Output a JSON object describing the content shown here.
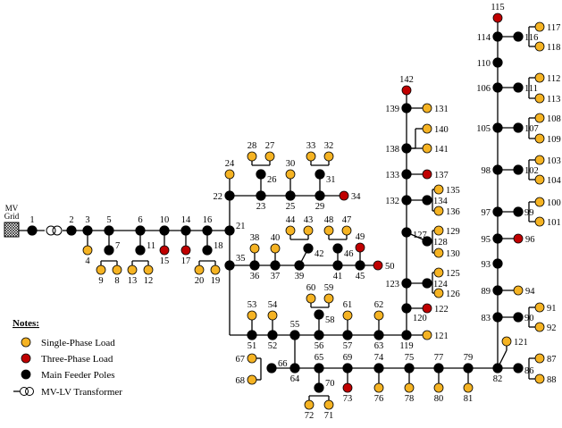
{
  "colors": {
    "single_phase": "#F5B323",
    "three_phase": "#C00000",
    "pole": "#000000",
    "wire": "#000000"
  },
  "grid": {
    "label_line1": "MV",
    "label_line2": "Grid"
  },
  "legend": {
    "title": "Notes:",
    "items": [
      {
        "type": "single",
        "label": "Single-Phase Load"
      },
      {
        "type": "three",
        "label": "Three-Phase Load"
      },
      {
        "type": "pole",
        "label": "Main Feeder Poles"
      },
      {
        "type": "transformer",
        "label": "MV-LV Transformer"
      }
    ]
  },
  "nodes": [
    {
      "id": "1",
      "type": "pole"
    },
    {
      "id": "2",
      "type": "pole"
    },
    {
      "id": "3",
      "type": "pole"
    },
    {
      "id": "4",
      "type": "single"
    },
    {
      "id": "5",
      "type": "pole"
    },
    {
      "id": "6",
      "type": "pole"
    },
    {
      "id": "7",
      "type": "pole"
    },
    {
      "id": "8",
      "type": "single"
    },
    {
      "id": "9",
      "type": "single"
    },
    {
      "id": "10",
      "type": "pole"
    },
    {
      "id": "11",
      "type": "pole"
    },
    {
      "id": "12",
      "type": "single"
    },
    {
      "id": "13",
      "type": "single"
    },
    {
      "id": "14",
      "type": "pole"
    },
    {
      "id": "15",
      "type": "three"
    },
    {
      "id": "16",
      "type": "pole"
    },
    {
      "id": "17",
      "type": "three"
    },
    {
      "id": "18",
      "type": "pole"
    },
    {
      "id": "19",
      "type": "single"
    },
    {
      "id": "20",
      "type": "single"
    },
    {
      "id": "21",
      "type": "pole"
    },
    {
      "id": "22",
      "type": "pole"
    },
    {
      "id": "23",
      "type": "pole"
    },
    {
      "id": "24",
      "type": "single"
    },
    {
      "id": "25",
      "type": "pole"
    },
    {
      "id": "26",
      "type": "pole"
    },
    {
      "id": "27",
      "type": "single"
    },
    {
      "id": "28",
      "type": "single"
    },
    {
      "id": "29",
      "type": "pole"
    },
    {
      "id": "30",
      "type": "single"
    },
    {
      "id": "31",
      "type": "pole"
    },
    {
      "id": "32",
      "type": "single"
    },
    {
      "id": "33",
      "type": "single"
    },
    {
      "id": "34",
      "type": "three"
    },
    {
      "id": "35",
      "type": "pole"
    },
    {
      "id": "36",
      "type": "pole"
    },
    {
      "id": "37",
      "type": "pole"
    },
    {
      "id": "38",
      "type": "single"
    },
    {
      "id": "39",
      "type": "pole"
    },
    {
      "id": "40",
      "type": "single"
    },
    {
      "id": "41",
      "type": "pole"
    },
    {
      "id": "42",
      "type": "pole"
    },
    {
      "id": "43",
      "type": "single"
    },
    {
      "id": "44",
      "type": "single"
    },
    {
      "id": "45",
      "type": "pole"
    },
    {
      "id": "46",
      "type": "pole"
    },
    {
      "id": "47",
      "type": "single"
    },
    {
      "id": "48",
      "type": "single"
    },
    {
      "id": "49",
      "type": "three"
    },
    {
      "id": "50",
      "type": "three"
    },
    {
      "id": "51",
      "type": "pole"
    },
    {
      "id": "52",
      "type": "pole"
    },
    {
      "id": "53",
      "type": "single"
    },
    {
      "id": "54",
      "type": "single"
    },
    {
      "id": "55",
      "type": "pole"
    },
    {
      "id": "56",
      "type": "pole"
    },
    {
      "id": "57",
      "type": "pole"
    },
    {
      "id": "58",
      "type": "pole"
    },
    {
      "id": "59",
      "type": "single"
    },
    {
      "id": "60",
      "type": "single"
    },
    {
      "id": "61",
      "type": "single"
    },
    {
      "id": "62",
      "type": "single"
    },
    {
      "id": "63",
      "type": "pole"
    },
    {
      "id": "64",
      "type": "pole"
    },
    {
      "id": "65",
      "type": "pole"
    },
    {
      "id": "66",
      "type": "pole"
    },
    {
      "id": "67",
      "type": "single"
    },
    {
      "id": "68",
      "type": "single"
    },
    {
      "id": "69",
      "type": "pole"
    },
    {
      "id": "70",
      "type": "pole"
    },
    {
      "id": "71",
      "type": "single"
    },
    {
      "id": "72",
      "type": "single"
    },
    {
      "id": "73",
      "type": "three"
    },
    {
      "id": "74",
      "type": "pole"
    },
    {
      "id": "75",
      "type": "pole"
    },
    {
      "id": "76",
      "type": "single"
    },
    {
      "id": "77",
      "type": "pole"
    },
    {
      "id": "78",
      "type": "single"
    },
    {
      "id": "79",
      "type": "pole"
    },
    {
      "id": "80",
      "type": "single"
    },
    {
      "id": "81",
      "type": "single"
    },
    {
      "id": "82",
      "type": "pole"
    },
    {
      "id": "83",
      "type": "pole"
    },
    {
      "id": "86",
      "type": "pole"
    },
    {
      "id": "87",
      "type": "single"
    },
    {
      "id": "88",
      "type": "single"
    },
    {
      "id": "89",
      "type": "pole"
    },
    {
      "id": "90",
      "type": "pole"
    },
    {
      "id": "91",
      "type": "single"
    },
    {
      "id": "92",
      "type": "single"
    },
    {
      "id": "93",
      "type": "pole"
    },
    {
      "id": "94",
      "type": "single"
    },
    {
      "id": "95",
      "type": "pole"
    },
    {
      "id": "96",
      "type": "three"
    },
    {
      "id": "97",
      "type": "pole"
    },
    {
      "id": "98",
      "type": "pole"
    },
    {
      "id": "99",
      "type": "pole"
    },
    {
      "id": "100",
      "type": "single"
    },
    {
      "id": "101",
      "type": "single"
    },
    {
      "id": "102",
      "type": "pole"
    },
    {
      "id": "103",
      "type": "single"
    },
    {
      "id": "104",
      "type": "single"
    },
    {
      "id": "105",
      "type": "pole"
    },
    {
      "id": "106",
      "type": "pole"
    },
    {
      "id": "107",
      "type": "pole"
    },
    {
      "id": "108",
      "type": "single"
    },
    {
      "id": "109",
      "type": "single"
    },
    {
      "id": "110",
      "type": "pole"
    },
    {
      "id": "111",
      "type": "pole"
    },
    {
      "id": "112",
      "type": "single"
    },
    {
      "id": "113",
      "type": "single"
    },
    {
      "id": "114",
      "type": "pole"
    },
    {
      "id": "115",
      "type": "three"
    },
    {
      "id": "116",
      "type": "pole"
    },
    {
      "id": "117",
      "type": "single"
    },
    {
      "id": "118",
      "type": "single"
    },
    {
      "id": "119",
      "type": "pole"
    },
    {
      "id": "120",
      "type": "pole"
    },
    {
      "id": "121",
      "type": "single"
    },
    {
      "id": "121b",
      "label": "121",
      "type": "single"
    },
    {
      "id": "122",
      "type": "three"
    },
    {
      "id": "123",
      "type": "pole"
    },
    {
      "id": "124",
      "type": "pole"
    },
    {
      "id": "125",
      "type": "single"
    },
    {
      "id": "126",
      "type": "single"
    },
    {
      "id": "127",
      "type": "pole"
    },
    {
      "id": "128",
      "type": "pole"
    },
    {
      "id": "129",
      "type": "single"
    },
    {
      "id": "130",
      "type": "single"
    },
    {
      "id": "131",
      "type": "single"
    },
    {
      "id": "132",
      "type": "pole"
    },
    {
      "id": "133",
      "type": "pole"
    },
    {
      "id": "134",
      "type": "pole"
    },
    {
      "id": "135",
      "type": "single"
    },
    {
      "id": "136",
      "type": "single"
    },
    {
      "id": "137",
      "type": "three"
    },
    {
      "id": "138",
      "type": "pole"
    },
    {
      "id": "139",
      "type": "pole"
    },
    {
      "id": "140",
      "type": "single"
    },
    {
      "id": "141",
      "type": "single"
    },
    {
      "id": "142",
      "type": "three"
    }
  ]
}
